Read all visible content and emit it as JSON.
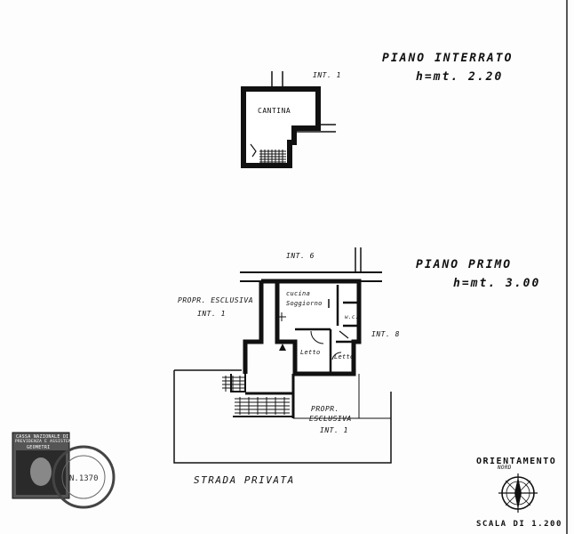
{
  "basement": {
    "title": "PIANO INTERRATO",
    "height": "h=mt. 2.20",
    "unit_label": "INT. 1",
    "room": "CANTINA"
  },
  "first_floor": {
    "title": "PIANO PRIMO",
    "height": "h=mt. 3.00",
    "top_label": "INT. 6",
    "left_label_1": "PROPR. ESCLUSIVA",
    "left_label_2": "INT. 1",
    "right_label": "INT. 8",
    "kitchen": "cucina",
    "living": "Soggiorno",
    "wc": "w.c.",
    "bed_1": "Letto",
    "bed_2": "Letto",
    "yard_1": "PROPR.",
    "yard_2": "ESCLUSIVA",
    "yard_3": "INT. 1",
    "road": "STRADA PRIVATA"
  },
  "orientation": {
    "title": "ORIENTAMENTO",
    "small": "NORD",
    "scale": "SCALA DI 1.200"
  },
  "stamp": {
    "line_1": "CASSA NAZIONALE DI",
    "line_2": "PREVIDENZA E ASSISTENZA",
    "line_3": "GEOMETRI"
  }
}
